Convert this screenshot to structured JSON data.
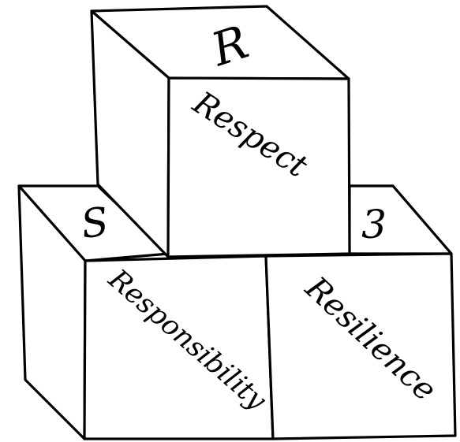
{
  "blocks": {
    "top": {
      "side_letter": "R",
      "face_word": "Respect"
    },
    "left": {
      "side_letter": "S",
      "face_word": "Responsibility"
    },
    "right": {
      "side_letter": "3",
      "face_word": "Resilience"
    }
  },
  "colors": {
    "stroke": "#000000",
    "fill": "#ffffff"
  }
}
